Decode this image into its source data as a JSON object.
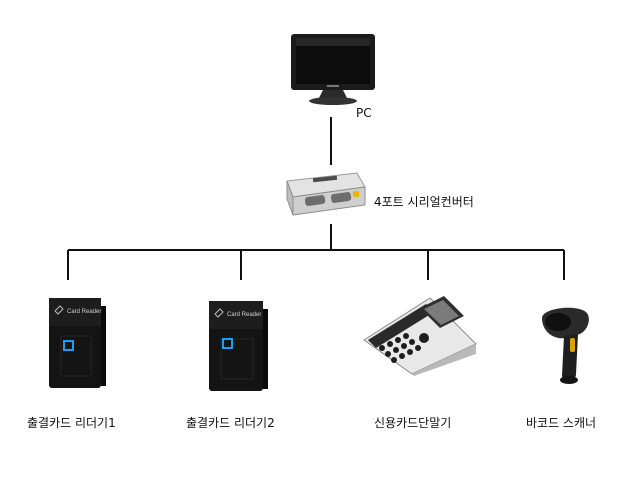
{
  "nodes": {
    "pc": {
      "label": "PC",
      "icon": "monitor-icon"
    },
    "converter": {
      "label": "4포트 시리얼컨버터",
      "icon": "serial-converter-icon"
    },
    "reader1": {
      "label": "출결카드 리더기1",
      "icon": "card-reader-icon",
      "device_text": "Card Reader"
    },
    "reader2": {
      "label": "출결카드 리더기2",
      "icon": "card-reader-icon",
      "device_text": "Card Reader"
    },
    "terminal": {
      "label": "신용카드단말기",
      "icon": "payment-terminal-icon"
    },
    "scanner": {
      "label": "바코드 스캐너",
      "icon": "barcode-scanner-icon"
    }
  }
}
